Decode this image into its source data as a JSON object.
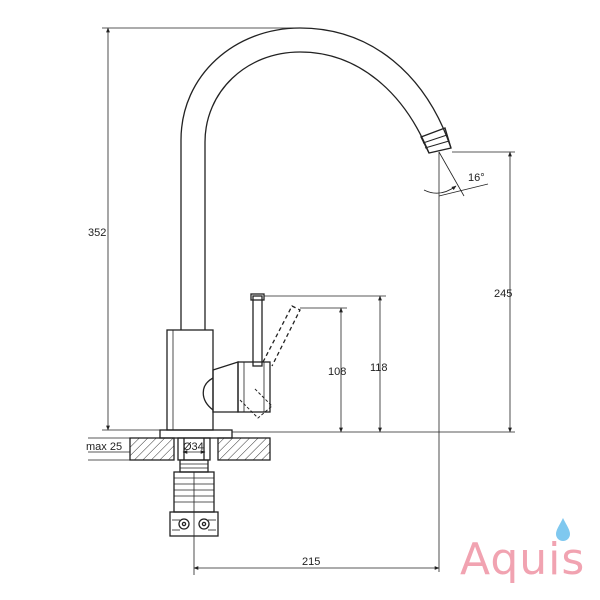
{
  "dimensions": {
    "total_height": "352",
    "spout_height": "245",
    "handle_height_low": "108",
    "handle_height_high": "118",
    "max_deck": "max 25",
    "diameter": "Ø34",
    "reach": "215",
    "spout_angle": "16°"
  },
  "brand": {
    "name": "Aquis",
    "accent": "#f1a3b1",
    "drop_color": "#7fc8ef"
  },
  "line_color": "#222222"
}
